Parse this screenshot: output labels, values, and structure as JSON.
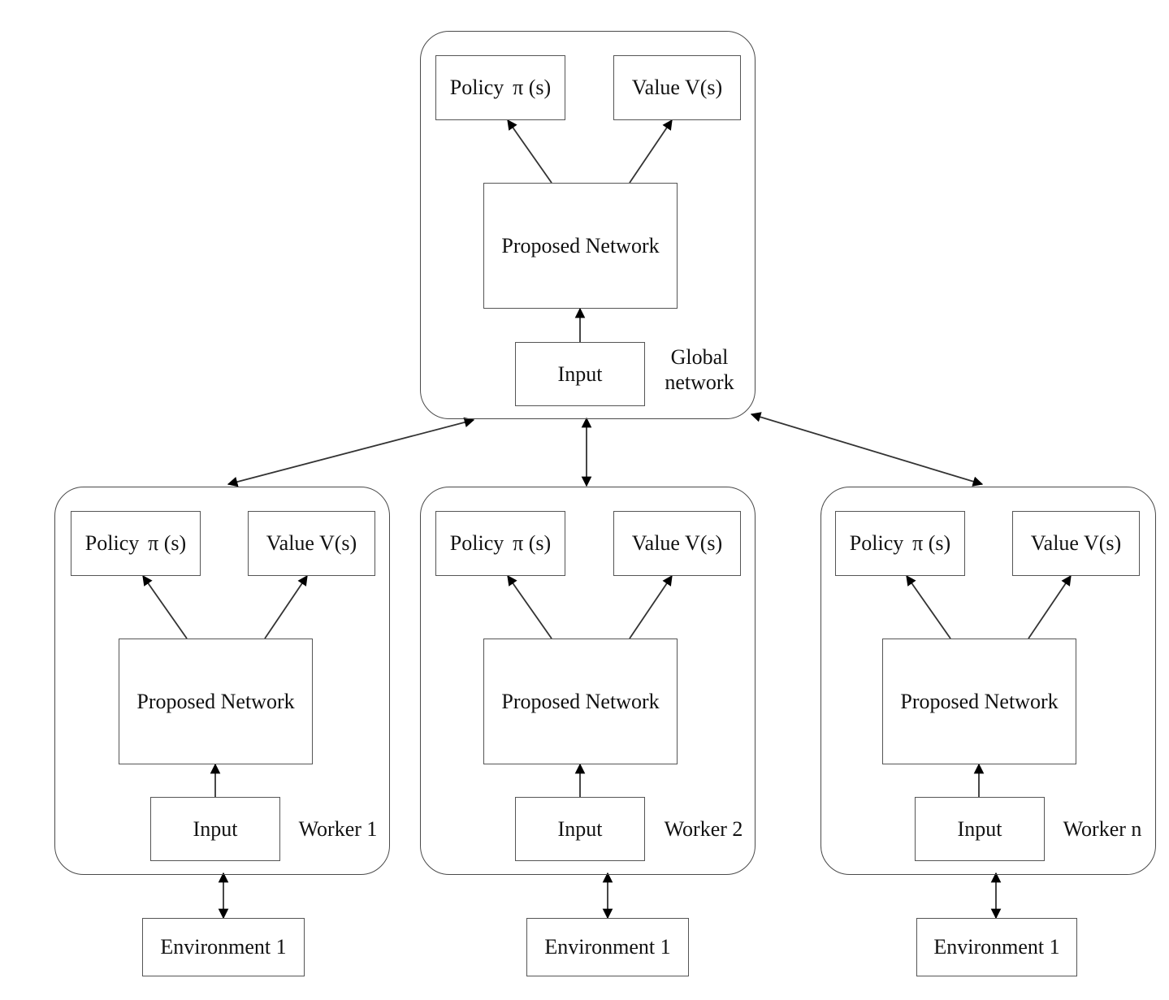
{
  "figure": {
    "type": "block-diagram",
    "description": "Asynchronous advantage actor-critic style architecture with one global network and n workers, each attached to an environment."
  },
  "labels": {
    "policy": "Policy",
    "policy_symbol": "π (s)",
    "value": "Value V(s)",
    "network": "Proposed Network",
    "input": "Input",
    "environment": "Environment 1"
  },
  "global_panel": {
    "name": "Global network",
    "label_line1": "Global",
    "label_line2": "network",
    "nodes": {
      "policy": "Policy",
      "policy_symbol": "π (s)",
      "value": "Value V(s)",
      "network": "Proposed Network",
      "input": "Input"
    }
  },
  "workers": [
    {
      "id": "worker-1",
      "label": "Worker 1",
      "nodes": {
        "policy": "Policy",
        "policy_symbol": "π (s)",
        "value": "Value V(s)",
        "network": "Proposed Network",
        "input": "Input"
      },
      "environment": "Environment 1"
    },
    {
      "id": "worker-2",
      "label": "Worker 2",
      "nodes": {
        "policy": "Policy",
        "policy_symbol": "π (s)",
        "value": "Value V(s)",
        "network": "Proposed Network",
        "input": "Input"
      },
      "environment": "Environment 1"
    },
    {
      "id": "worker-n",
      "label": "Worker n",
      "nodes": {
        "policy": "Policy",
        "policy_symbol": "π (s)",
        "value": "Value V(s)",
        "network": "Proposed Network",
        "input": "Input"
      },
      "environment": "Environment 1"
    }
  ],
  "colors": {
    "stroke": "#4a4a4a",
    "node_stroke": "#555555",
    "background": "#ffffff",
    "text": "#111111",
    "arrow": "#000000"
  }
}
